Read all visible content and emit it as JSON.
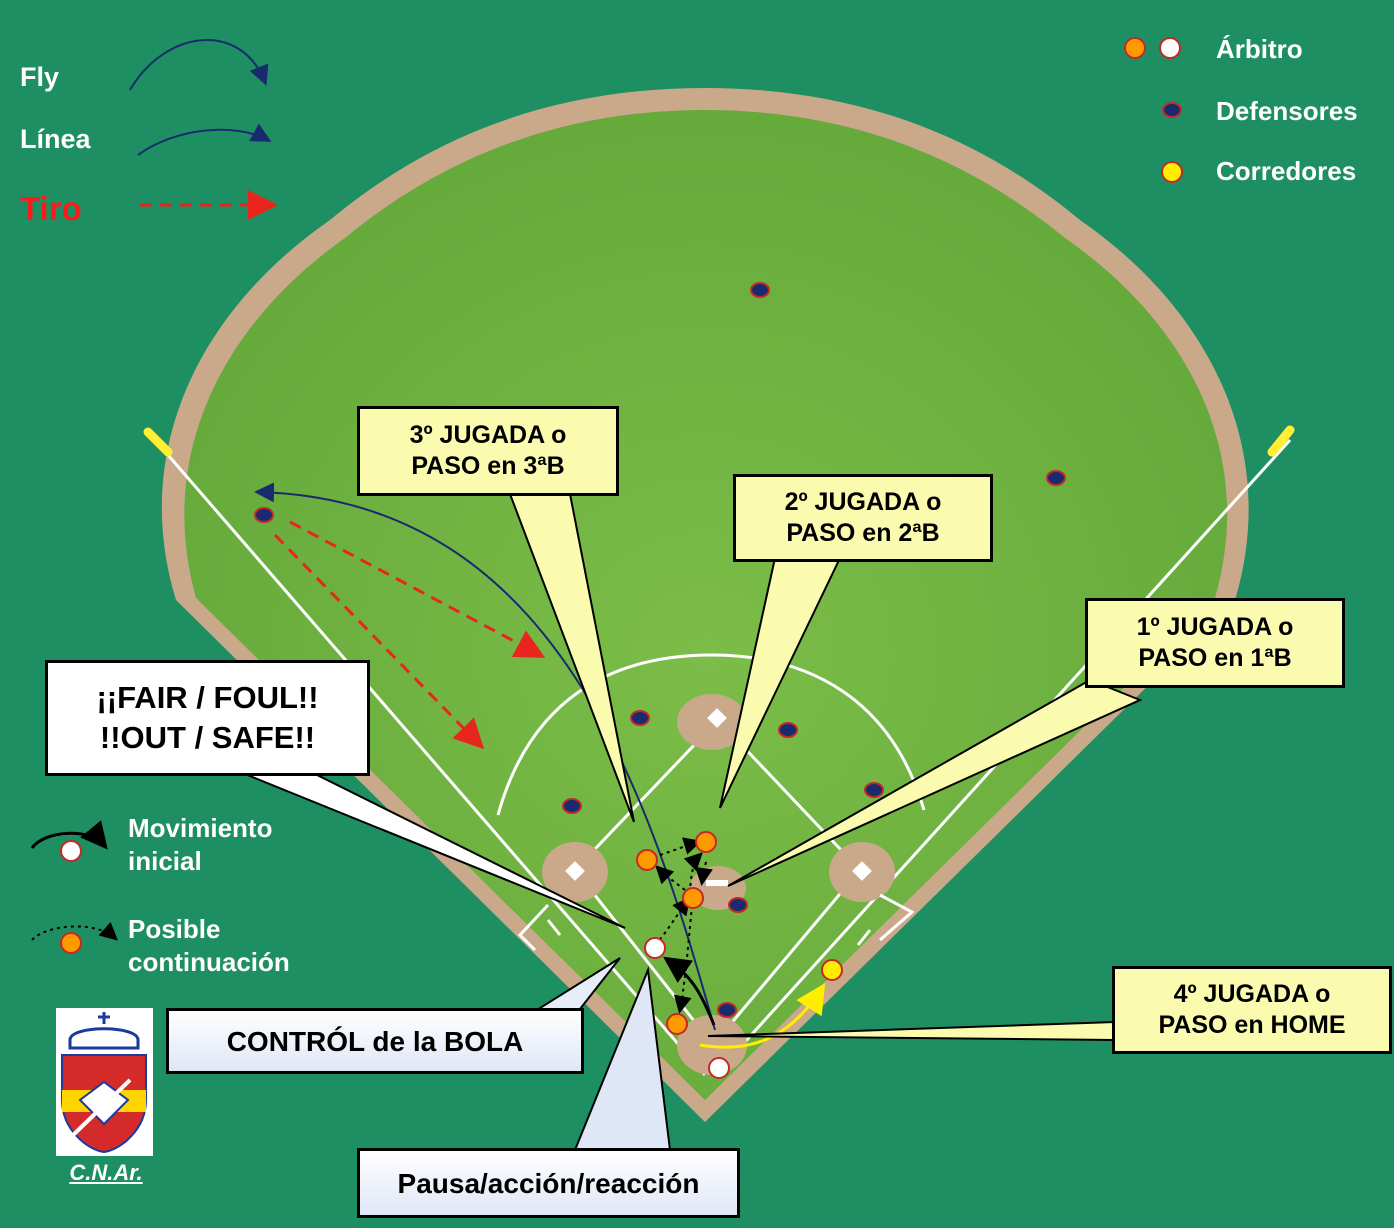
{
  "legend": {
    "fly": "Fly",
    "linea": "Línea",
    "tiro": "Tiro"
  },
  "key": {
    "arbitro": "Árbitro",
    "defensores": "Defensores",
    "corredores": "Corredores"
  },
  "motion": {
    "movimiento_line1": "Movimiento",
    "movimiento_line2": "inicial",
    "posible_line1": "Posible",
    "posible_line2": "continuación"
  },
  "callouts": {
    "third": {
      "line1": "3º JUGADA o",
      "line2": "PASO en 3ªB"
    },
    "second": {
      "line1": "2º JUGADA o",
      "line2": "PASO en 2ªB"
    },
    "first": {
      "line1": "1º JUGADA o",
      "line2": "PASO en 1ªB"
    },
    "home": {
      "line1": "4º JUGADA o",
      "line2": "PASO en HOME"
    },
    "fair": {
      "line1": "¡¡FAIR / FOUL!!",
      "line2": "!!OUT / SAFE!!"
    },
    "control": "CONTRÓL de la BOLA",
    "pausa": "Pausa/acción/reacción"
  },
  "logo": {
    "caption": "C.N.Ar."
  },
  "colors": {
    "background": "#1e8f63",
    "grass": "#6fb33f",
    "dirt": "#c9a98a",
    "fly_line": "#1a2a6e",
    "throw_line": "#e8261e",
    "umpire": "#ff9900",
    "runner": "#ffee00",
    "defender": "#1a2a6e",
    "callout_yellow": "#fbfbb0"
  }
}
